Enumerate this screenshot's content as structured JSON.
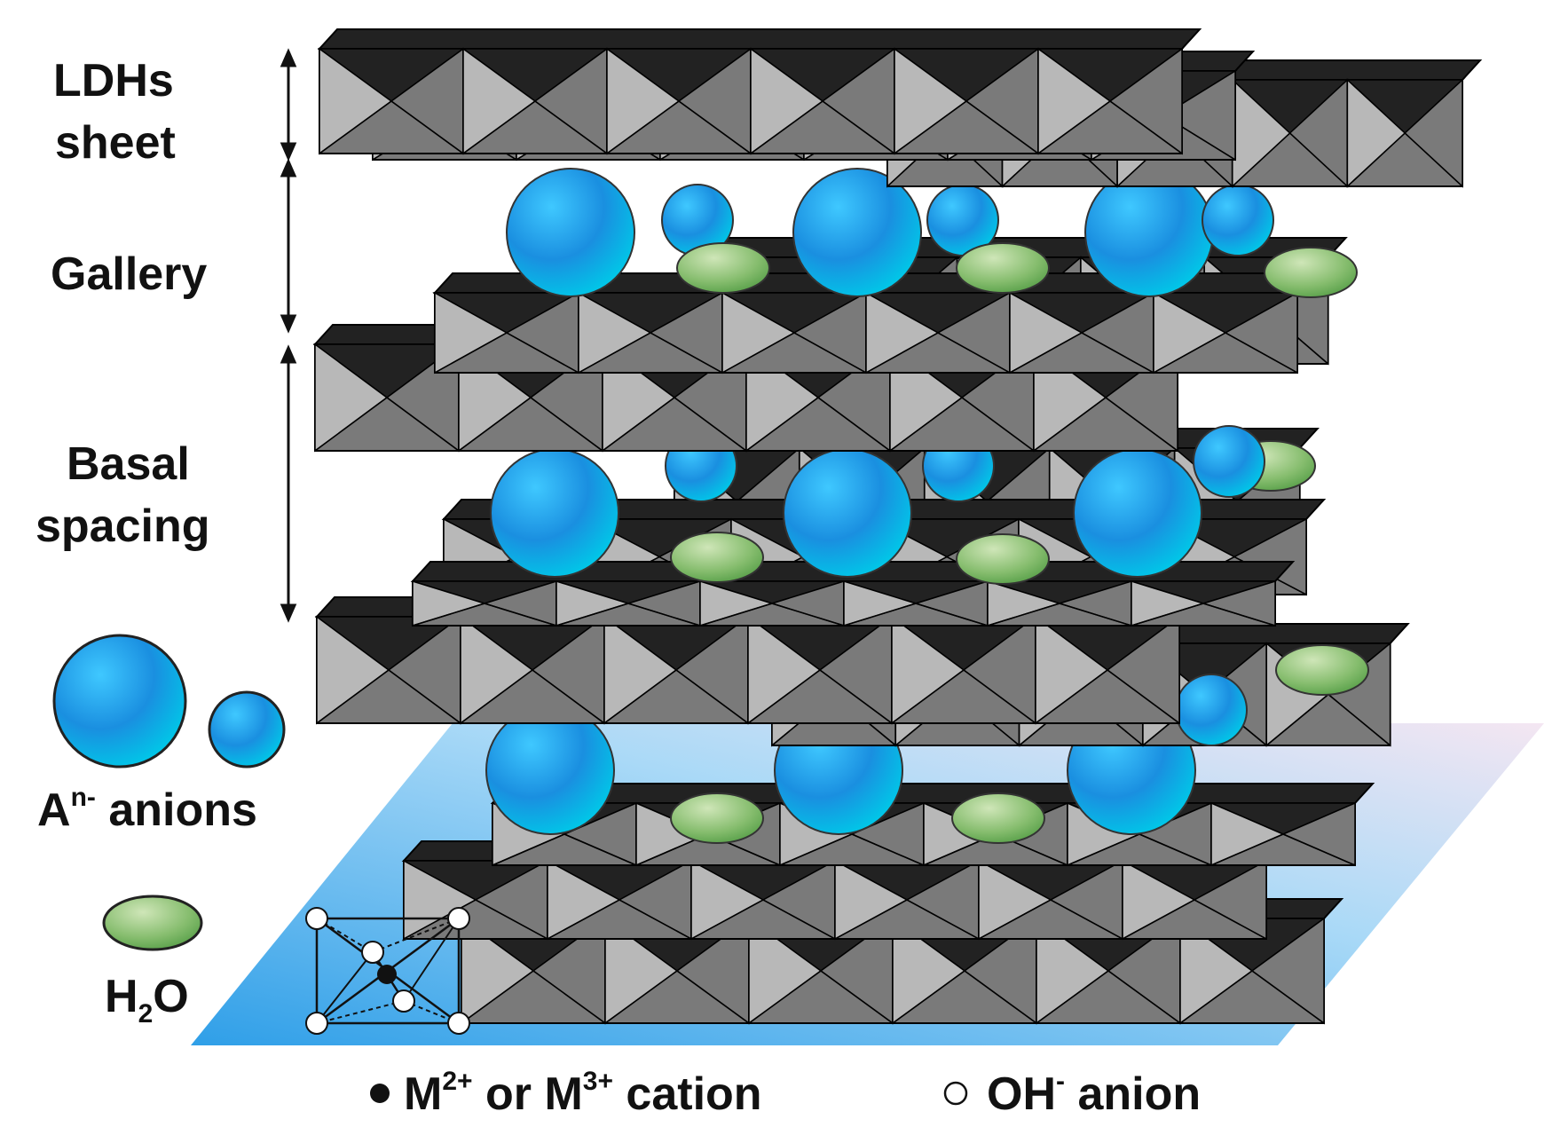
{
  "labels": {
    "ldh_sheet_line1": "LDHs",
    "ldh_sheet_line2": "sheet",
    "gallery": "Gallery",
    "basal_line1": "Basal",
    "basal_line2": "spacing",
    "anions_a": "A",
    "anions_sup": "n-",
    "anions_rest": " anions",
    "water_h": "H",
    "water_sub": "2",
    "water_o": "O",
    "cation_m1": "M",
    "cation_sup1": "2+",
    "cation_or": " or M",
    "cation_sup2": "3+",
    "cation_rest": " cation",
    "oh_text": "OH",
    "oh_sup": "-",
    "oh_rest": " anion"
  },
  "colors": {
    "octahedron_dark": "#222222",
    "octahedron_mid": "#7a7a7a",
    "octahedron_light": "#b8b8b8",
    "anion_blue": "#1a8fe0",
    "water_green": "#7fb86a",
    "base_plane": "#5bb8f0"
  }
}
